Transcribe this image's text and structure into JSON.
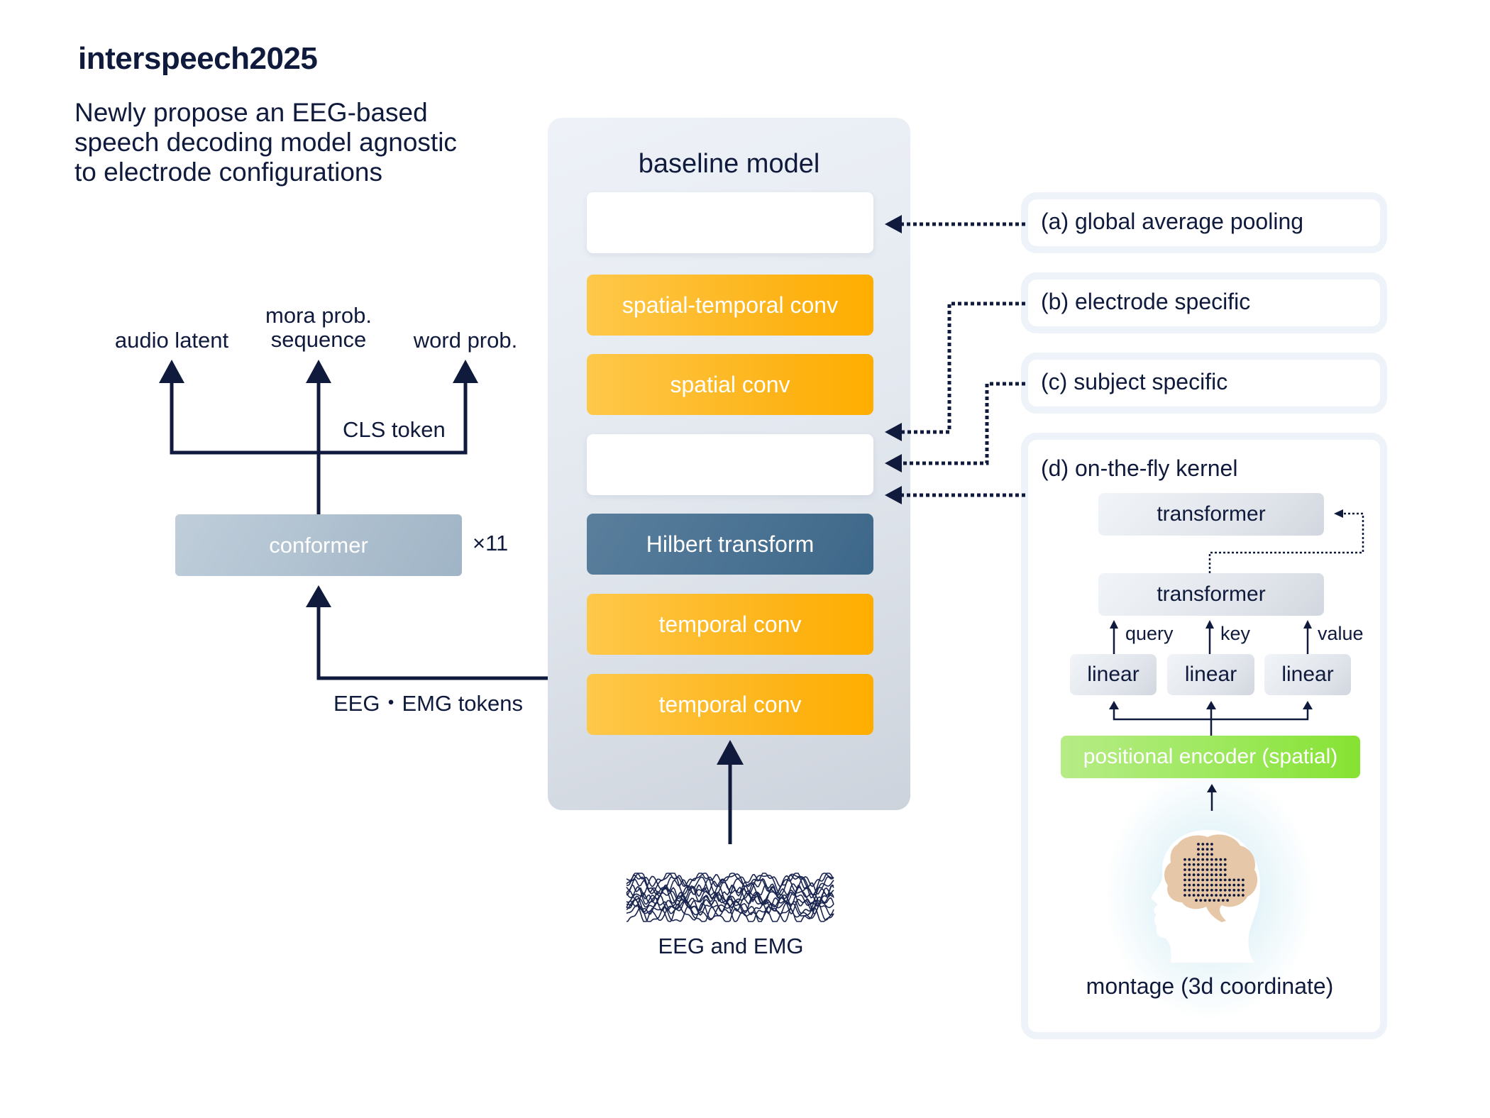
{
  "header": {
    "title": "interspeech2025",
    "subtitle": "Newly propose an EEG-based\nspeech decoding model agnostic\nto electrode configurations"
  },
  "baseline_model": {
    "title": "baseline model",
    "blocks": [
      {
        "label": "",
        "type": "placeholder"
      },
      {
        "label": "spatial-temporal conv",
        "type": "conv"
      },
      {
        "label": "spatial conv",
        "type": "conv"
      },
      {
        "label": "",
        "type": "placeholder"
      },
      {
        "label": "Hilbert transform",
        "type": "transform"
      },
      {
        "label": "temporal conv",
        "type": "conv"
      },
      {
        "label": "temporal conv",
        "type": "conv"
      }
    ],
    "input_label": "EEG and EMG"
  },
  "decoder": {
    "conformer_label": "conformer",
    "repeat_label": "×11",
    "tokens_label": "EEG・EMG tokens",
    "cls_label": "CLS token",
    "outputs": [
      "audio latent",
      "mora prob.\nsequence",
      "word prob."
    ]
  },
  "options": {
    "a": "(a) global average pooling",
    "b": "(b) electrode specific",
    "c": "(c) subject specific",
    "d": "(d) on-the-fly kernel"
  },
  "kernel": {
    "transformer_top": "transformer",
    "transformer_bottom": "transformer",
    "linear_labels": [
      "linear",
      "linear",
      "linear"
    ],
    "qkv": [
      "query",
      "key",
      "value"
    ],
    "positional_encoder": "positional encoder (spatial)",
    "montage_label": "montage (3d coordinate)"
  },
  "colors": {
    "ink": "#0f1a3c",
    "orange": "#fdb316",
    "hilbert_blue": "#4a7293",
    "conformer_gray": "#aebfcf",
    "pe_green": "#9ae858",
    "brain": "#e6c7a8"
  }
}
